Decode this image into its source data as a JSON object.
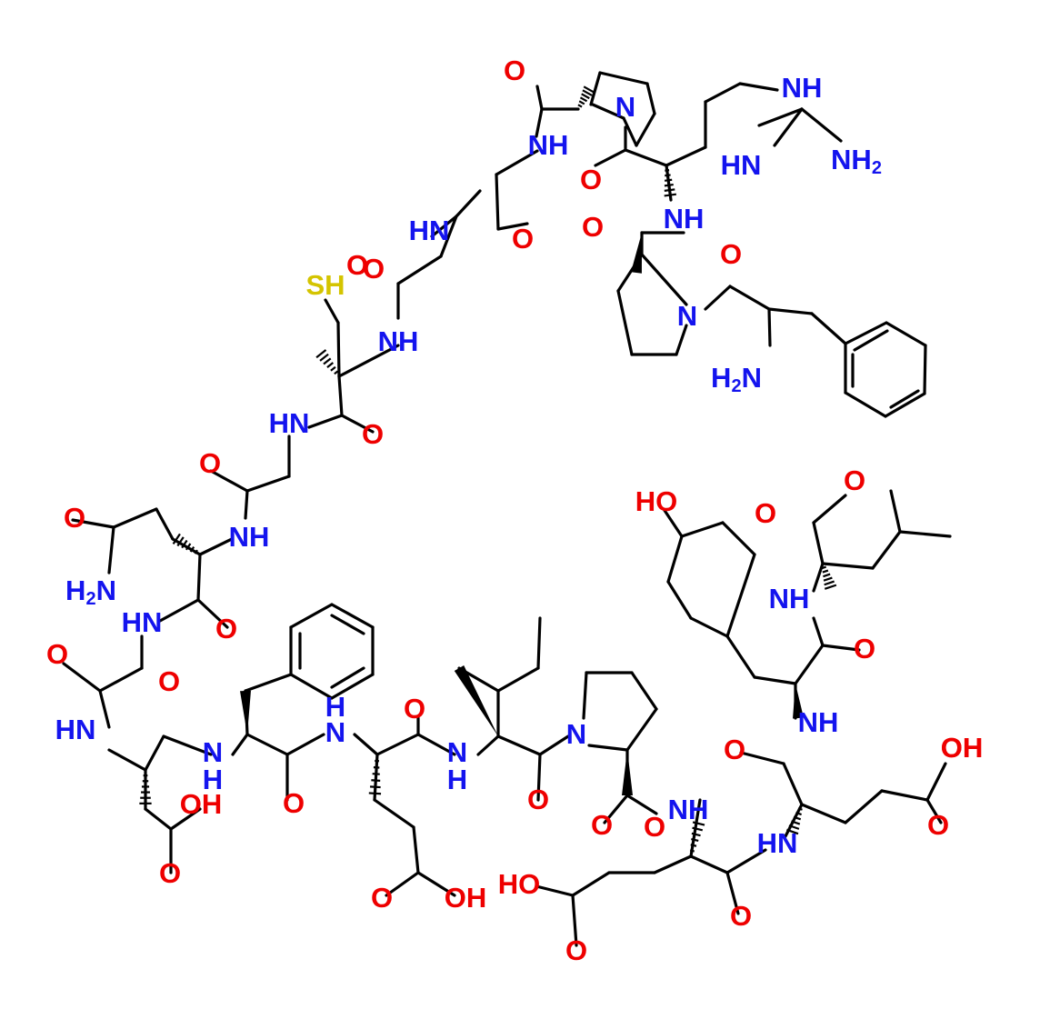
{
  "colors": {
    "carbon_bonds": "#000000",
    "oxygen": "#ee0000",
    "nitrogen": "#1414ee",
    "sulfur": "#d4c400",
    "background": "#ffffff"
  },
  "atom_labels": [
    {
      "id": "o1",
      "text": "O",
      "element": "O"
    },
    {
      "id": "n1",
      "text": "N",
      "element": "N"
    },
    {
      "id": "n2",
      "text": "NH",
      "element": "N"
    },
    {
      "id": "n3",
      "text": "NH",
      "element": "N"
    },
    {
      "id": "n4",
      "text": "HN",
      "element": "N"
    },
    {
      "id": "n5",
      "text": "NH2",
      "element": "N"
    },
    {
      "id": "o2",
      "text": "O",
      "element": "O"
    },
    {
      "id": "o3",
      "text": "O",
      "element": "O"
    },
    {
      "id": "n6",
      "text": "NH",
      "element": "N"
    },
    {
      "id": "o4",
      "text": "O",
      "element": "O"
    },
    {
      "id": "o5",
      "text": "O",
      "element": "O"
    },
    {
      "id": "n7",
      "text": "N",
      "element": "N"
    },
    {
      "id": "n8",
      "text": "H2N",
      "element": "N"
    },
    {
      "id": "n9",
      "text": "HN",
      "element": "N"
    },
    {
      "id": "o6",
      "text": "O",
      "element": "O"
    },
    {
      "id": "s1",
      "text": "SH",
      "element": "S"
    },
    {
      "id": "o7",
      "text": "O",
      "element": "O"
    },
    {
      "id": "n10",
      "text": "NH",
      "element": "N"
    },
    {
      "id": "n11",
      "text": "HN",
      "element": "N"
    },
    {
      "id": "o8",
      "text": "O",
      "element": "O"
    },
    {
      "id": "o9",
      "text": "O",
      "element": "O"
    },
    {
      "id": "n12",
      "text": "NH",
      "element": "N"
    },
    {
      "id": "o10",
      "text": "O",
      "element": "O"
    },
    {
      "id": "n13",
      "text": "H2N",
      "element": "N"
    },
    {
      "id": "n14",
      "text": "HN",
      "element": "N"
    },
    {
      "id": "o11",
      "text": "O",
      "element": "O"
    },
    {
      "id": "o12",
      "text": "O",
      "element": "O"
    },
    {
      "id": "o13",
      "text": "O",
      "element": "O"
    },
    {
      "id": "n15",
      "text": "HN",
      "element": "N"
    },
    {
      "id": "o14",
      "text": "OH",
      "element": "O"
    },
    {
      "id": "o15",
      "text": "O",
      "element": "O"
    },
    {
      "id": "n16",
      "text": "N",
      "element": "N"
    },
    {
      "id": "n16h",
      "text": "H",
      "element": "N"
    },
    {
      "id": "o16",
      "text": "O",
      "element": "O"
    },
    {
      "id": "n17",
      "text": "H",
      "element": "N"
    },
    {
      "id": "n17n",
      "text": "N",
      "element": "N"
    },
    {
      "id": "o17",
      "text": "O",
      "element": "O"
    },
    {
      "id": "o18",
      "text": "O",
      "element": "O"
    },
    {
      "id": "o19",
      "text": "OH",
      "element": "O"
    },
    {
      "id": "n18",
      "text": "N",
      "element": "N"
    },
    {
      "id": "n18h",
      "text": "H",
      "element": "N"
    },
    {
      "id": "o20",
      "text": "O",
      "element": "O"
    },
    {
      "id": "o21",
      "text": "O",
      "element": "O"
    },
    {
      "id": "n19",
      "text": "N",
      "element": "N"
    },
    {
      "id": "o22",
      "text": "O",
      "element": "O"
    },
    {
      "id": "n20",
      "text": "NH",
      "element": "N"
    },
    {
      "id": "o23",
      "text": "HO",
      "element": "O"
    },
    {
      "id": "o24",
      "text": "O",
      "element": "O"
    },
    {
      "id": "o25",
      "text": "O",
      "element": "O"
    },
    {
      "id": "n21",
      "text": "NH",
      "element": "N"
    },
    {
      "id": "o26",
      "text": "O",
      "element": "O"
    },
    {
      "id": "n22",
      "text": "NH",
      "element": "N"
    },
    {
      "id": "o27",
      "text": "OH",
      "element": "O"
    },
    {
      "id": "o28",
      "text": "O",
      "element": "O"
    },
    {
      "id": "o29",
      "text": "HO",
      "element": "O"
    },
    {
      "id": "o30",
      "text": "O",
      "element": "O"
    },
    {
      "id": "n23",
      "text": "HN",
      "element": "N"
    },
    {
      "id": "o31",
      "text": "O",
      "element": "O"
    },
    {
      "id": "o32",
      "text": "OH",
      "element": "O"
    },
    {
      "id": "o33",
      "text": "O",
      "element": "O"
    }
  ]
}
